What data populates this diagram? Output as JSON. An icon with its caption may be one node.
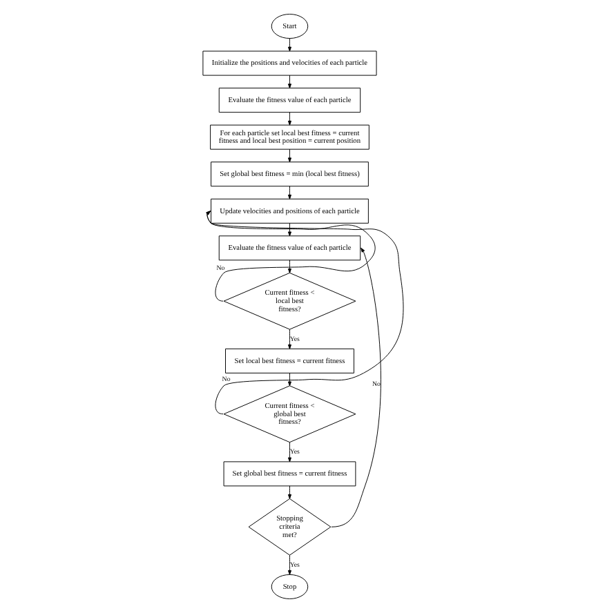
{
  "diagram": {
    "nodes": [
      {
        "text": [
          "Start"
        ]
      },
      {
        "text": [
          "Initialize the positions and velocities of each particle"
        ]
      },
      {
        "text": [
          "Evaluate the fitness value of each particle"
        ]
      },
      {
        "text": [
          "For each particle set local best fitness = current fitness and local best position = current position"
        ]
      },
      {
        "text": [
          "Set global best fitness = min (local best fitness)"
        ]
      },
      {
        "text": [
          "Update velocities and positions of each particle"
        ]
      },
      {
        "text": [
          "Evaluate the fitness value of each particle"
        ]
      },
      {
        "text": [
          "Current fitness < local best fitness?"
        ]
      },
      {
        "text": [
          "Set local best fitness = current fitness"
        ]
      },
      {
        "text": [
          "Current fitness < global best fitness?"
        ]
      },
      {
        "text": [
          "Set global best fitness = current fitness"
        ]
      },
      {
        "text": [
          "Stopping criteria met?"
        ]
      },
      {
        "text": [
          "Stop"
        ]
      }
    ],
    "edges": [
      {
        "from": 0,
        "to": 1,
        "arrow": "to"
      },
      {
        "from": 1,
        "to": 2,
        "arrow": "to"
      },
      {
        "from": 2,
        "to": 3,
        "arrow": "to"
      },
      {
        "from": 3,
        "to": 4,
        "arrow": "to"
      },
      {
        "from": 4,
        "to": 5,
        "arrow": "to"
      },
      {
        "from": 5,
        "to": 6,
        "arrow": "to"
      },
      {
        "from": 6,
        "to": 7,
        "arrow": "to"
      },
      {
        "from": 7,
        "to": 8,
        "arrow": "to",
        "label": "Yes"
      },
      {
        "from": 7,
        "to": 5,
        "arrow": "to",
        "label": "No"
      },
      {
        "from": 8,
        "to": 9,
        "arrow": "to"
      },
      {
        "from": 9,
        "to": 10,
        "arrow": "to",
        "label": "Yes"
      },
      {
        "from": 9,
        "to": 5,
        "arrow": "to",
        "label": "No"
      },
      {
        "from": 10,
        "to": 11,
        "arrow": "to"
      },
      {
        "from": 11,
        "to": 12,
        "arrow": "to",
        "label": "Yes"
      },
      {
        "from": 11,
        "to": 6,
        "arrow": "to",
        "label": "No"
      }
    ]
  }
}
